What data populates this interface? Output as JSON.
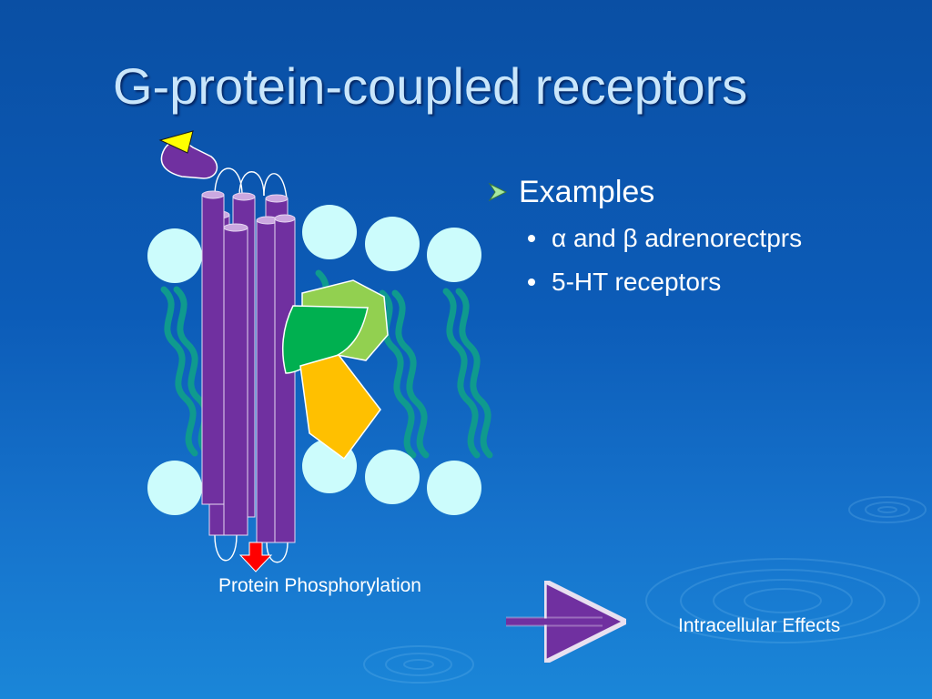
{
  "slide": {
    "title": "G-protein-coupled receptors",
    "bullet": {
      "heading": "Examples",
      "items": [
        "α and β adrenorectprs",
        "5-HT receptors"
      ]
    }
  },
  "labels": {
    "protein_phosphorylation": "Protein Phosphorylation",
    "intracellular_effects": "Intracellular Effects"
  },
  "colors": {
    "title_text": "#c9e6fb",
    "helix_purple": "#7030a0",
    "phospholipid_head": "#ccfcfc",
    "lipid_tail": "#0f9a8e",
    "g_alpha": "#00b050",
    "g_beta": "#92d050",
    "g_gamma": "#ffc000",
    "ligand": "#ffff00",
    "effect_arrow": "#ff0000"
  }
}
